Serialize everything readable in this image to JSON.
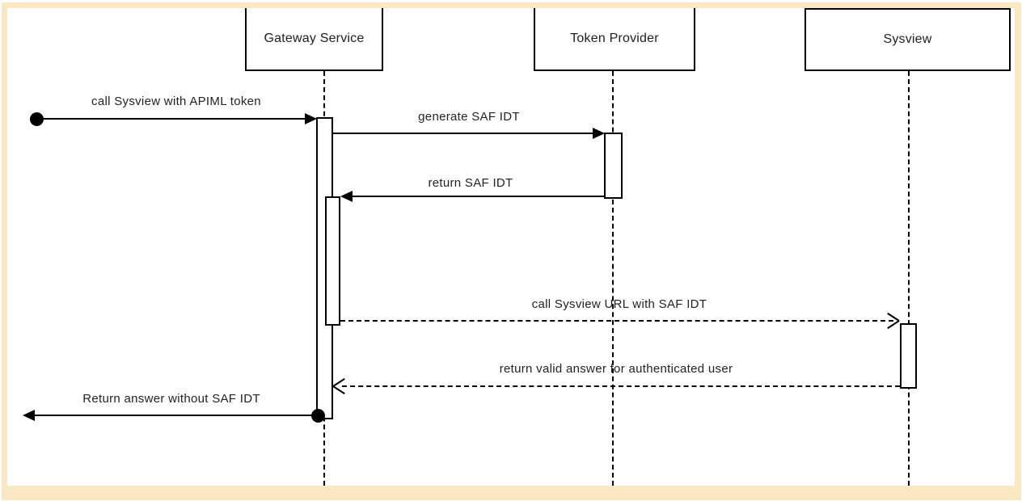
{
  "diagram": {
    "type": "uml-sequence-diagram",
    "frame_color": "#fae8c2",
    "line_color": "#000000",
    "background_color": "#ffffff",
    "participants": [
      {
        "name": "Gateway Service"
      },
      {
        "name": "Token Provider"
      },
      {
        "name": "Sysview"
      }
    ],
    "messages": [
      {
        "label": "call Sysview with APIML token",
        "from": "caller",
        "to": "Gateway Service",
        "line": "solid",
        "arrow": "filled",
        "start_marker": "dot"
      },
      {
        "label": "generate SAF IDT",
        "from": "Gateway Service",
        "to": "Token Provider",
        "line": "solid",
        "arrow": "filled"
      },
      {
        "label": "return SAF IDT",
        "from": "Token Provider",
        "to": "Gateway Service",
        "line": "solid",
        "arrow": "filled"
      },
      {
        "label": "call Sysview URL with SAF IDT",
        "from": "Gateway Service",
        "to": "Sysview",
        "line": "dashed",
        "arrow": "open"
      },
      {
        "label": "return valid answer for authenticated user",
        "from": "Sysview",
        "to": "Gateway Service",
        "line": "dashed",
        "arrow": "open"
      },
      {
        "label": "Return answer without SAF IDT",
        "from": "Gateway Service",
        "to": "caller",
        "line": "solid",
        "arrow": "filled",
        "start_marker": "dot"
      }
    ]
  }
}
